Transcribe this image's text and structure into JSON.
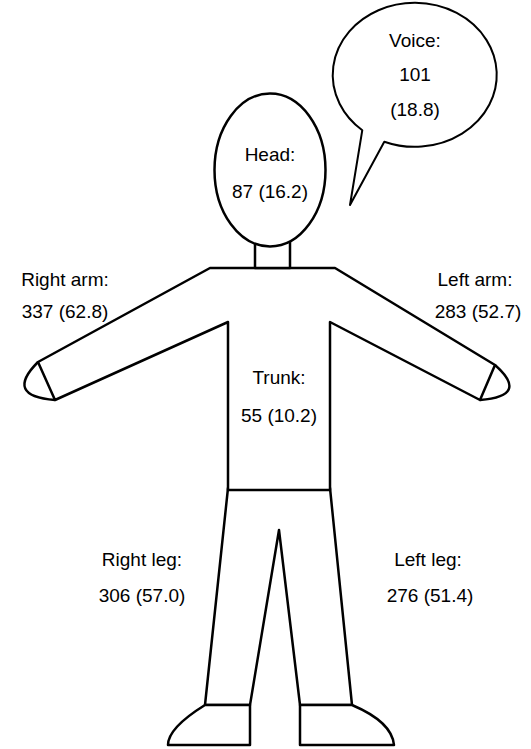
{
  "diagram": {
    "nodes": [
      {
        "text": [
          "Voice:",
          "101 (18.8)"
        ]
      },
      {
        "text": [
          "Head:",
          "87 (16.2)"
        ]
      },
      {
        "text": [
          "Trunk:",
          "55 (10.2)"
        ]
      }
    ],
    "labels": [
      "Right arm:",
      "337 (62.8)",
      "Left arm:",
      "283 (52.7)",
      "Right leg:",
      "306 (57.0)",
      "Left leg:",
      "276 (51.4)"
    ]
  }
}
